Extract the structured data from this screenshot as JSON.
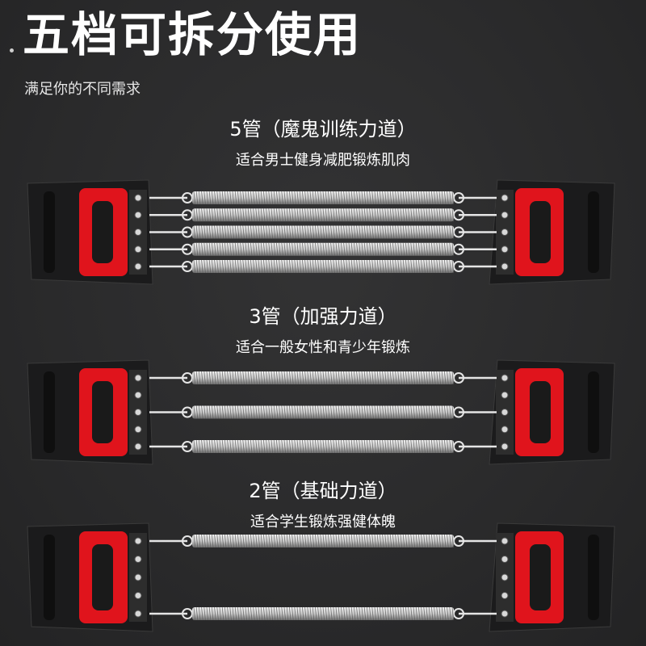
{
  "header": {
    "title": "五档可拆分使用",
    "subtitle": "满足你的不同需求"
  },
  "sections": [
    {
      "title": "5管（魔鬼训练力道）",
      "description": "适合男士健身减肥锻炼肌肉",
      "springs": 5
    },
    {
      "title": "3管（加强力道）",
      "description": "适合一般女性和青少年锻炼",
      "springs": 3
    },
    {
      "title": "2管（基础力道）",
      "description": "适合学生锻炼强健体魄",
      "springs": 2
    }
  ],
  "colors": {
    "background": "#2a2a2b",
    "handle_red": "#e0141c",
    "handle_black": "#1b1b1c",
    "spring": "#c9c9c9"
  }
}
